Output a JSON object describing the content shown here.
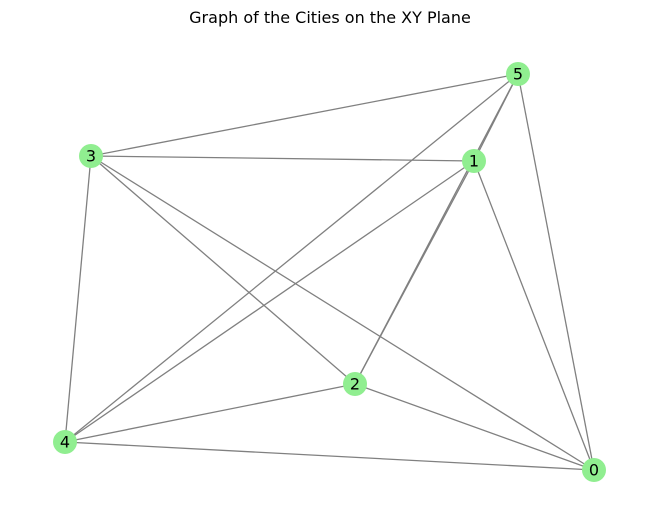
{
  "title": "Graph of the Cities on the XY Plane",
  "colors": {
    "node_fill": "#90EE90",
    "edge_stroke": "#808080",
    "label_color": "#000000"
  },
  "graph": {
    "nodes": [
      {
        "id": "0",
        "label": "0"
      },
      {
        "id": "1",
        "label": "1"
      },
      {
        "id": "2",
        "label": "2"
      },
      {
        "id": "3",
        "label": "3"
      },
      {
        "id": "4",
        "label": "4"
      },
      {
        "id": "5",
        "label": "5"
      }
    ],
    "edges": [
      [
        "3",
        "5"
      ],
      [
        "3",
        "1"
      ],
      [
        "3",
        "2"
      ],
      [
        "3",
        "0"
      ],
      [
        "3",
        "4"
      ],
      [
        "5",
        "1"
      ],
      [
        "5",
        "2"
      ],
      [
        "5",
        "4"
      ],
      [
        "5",
        "0"
      ],
      [
        "1",
        "2"
      ],
      [
        "1",
        "4"
      ],
      [
        "1",
        "0"
      ],
      [
        "2",
        "4"
      ],
      [
        "2",
        "0"
      ],
      [
        "4",
        "0"
      ]
    ]
  }
}
